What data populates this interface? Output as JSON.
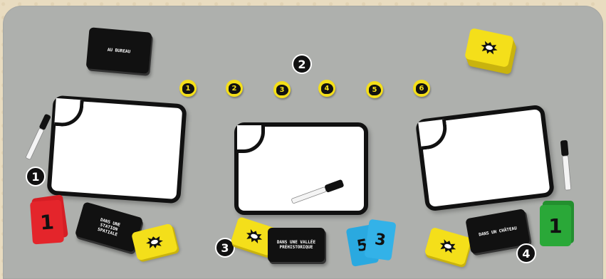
{
  "markers": {
    "m1": "1",
    "m2": "2",
    "m3": "3",
    "m4": "4"
  },
  "tokens": [
    "1",
    "2",
    "3",
    "4",
    "5",
    "6"
  ],
  "location_cards": {
    "top_deck": "AU BUREAU",
    "left": "DANS UNE STATION SPATIALE",
    "center": "DANS UNE VALLÉE PRÉHISTORIQUE",
    "right": "DANS UN CHÂTEAU"
  },
  "score_cards": {
    "red": "1",
    "blue_a": "5",
    "blue_b": "3",
    "green": "1"
  },
  "colors": {
    "mat": "#aeb0ad",
    "yellow": "#f4df1a",
    "red": "#e4252b",
    "blue": "#2aa9e0",
    "green": "#2aa838",
    "black": "#111111"
  }
}
